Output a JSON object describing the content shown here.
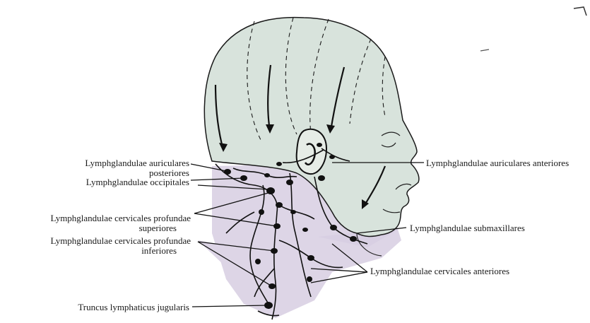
{
  "labels": {
    "auricular_post_1": "Lymphglandulae auriculares",
    "auricular_post_2": "posteriores",
    "occipitales": "Lymphglandulae occipitales",
    "cerv_prof_sup_1": "Lymphglandulae cervicales profundae",
    "cerv_prof_sup_2": "superiores",
    "cerv_prof_inf_1": "Lymphglandulae cervicales profundae",
    "cerv_prof_inf_2": "inferiores",
    "truncus": "Truncus lymphaticus jugularis",
    "auricular_ant": "Lymphglandulae auriculares anteriores",
    "submaxillares": "Lymphglandulae submaxillares",
    "cerv_ant": "Lymphglandulae cervicales anteriores"
  },
  "colors": {
    "head_fill": "#d8e3dc",
    "neck_fill": "#ddd5e6",
    "line": "#1a1a1a",
    "node": "#111111"
  }
}
